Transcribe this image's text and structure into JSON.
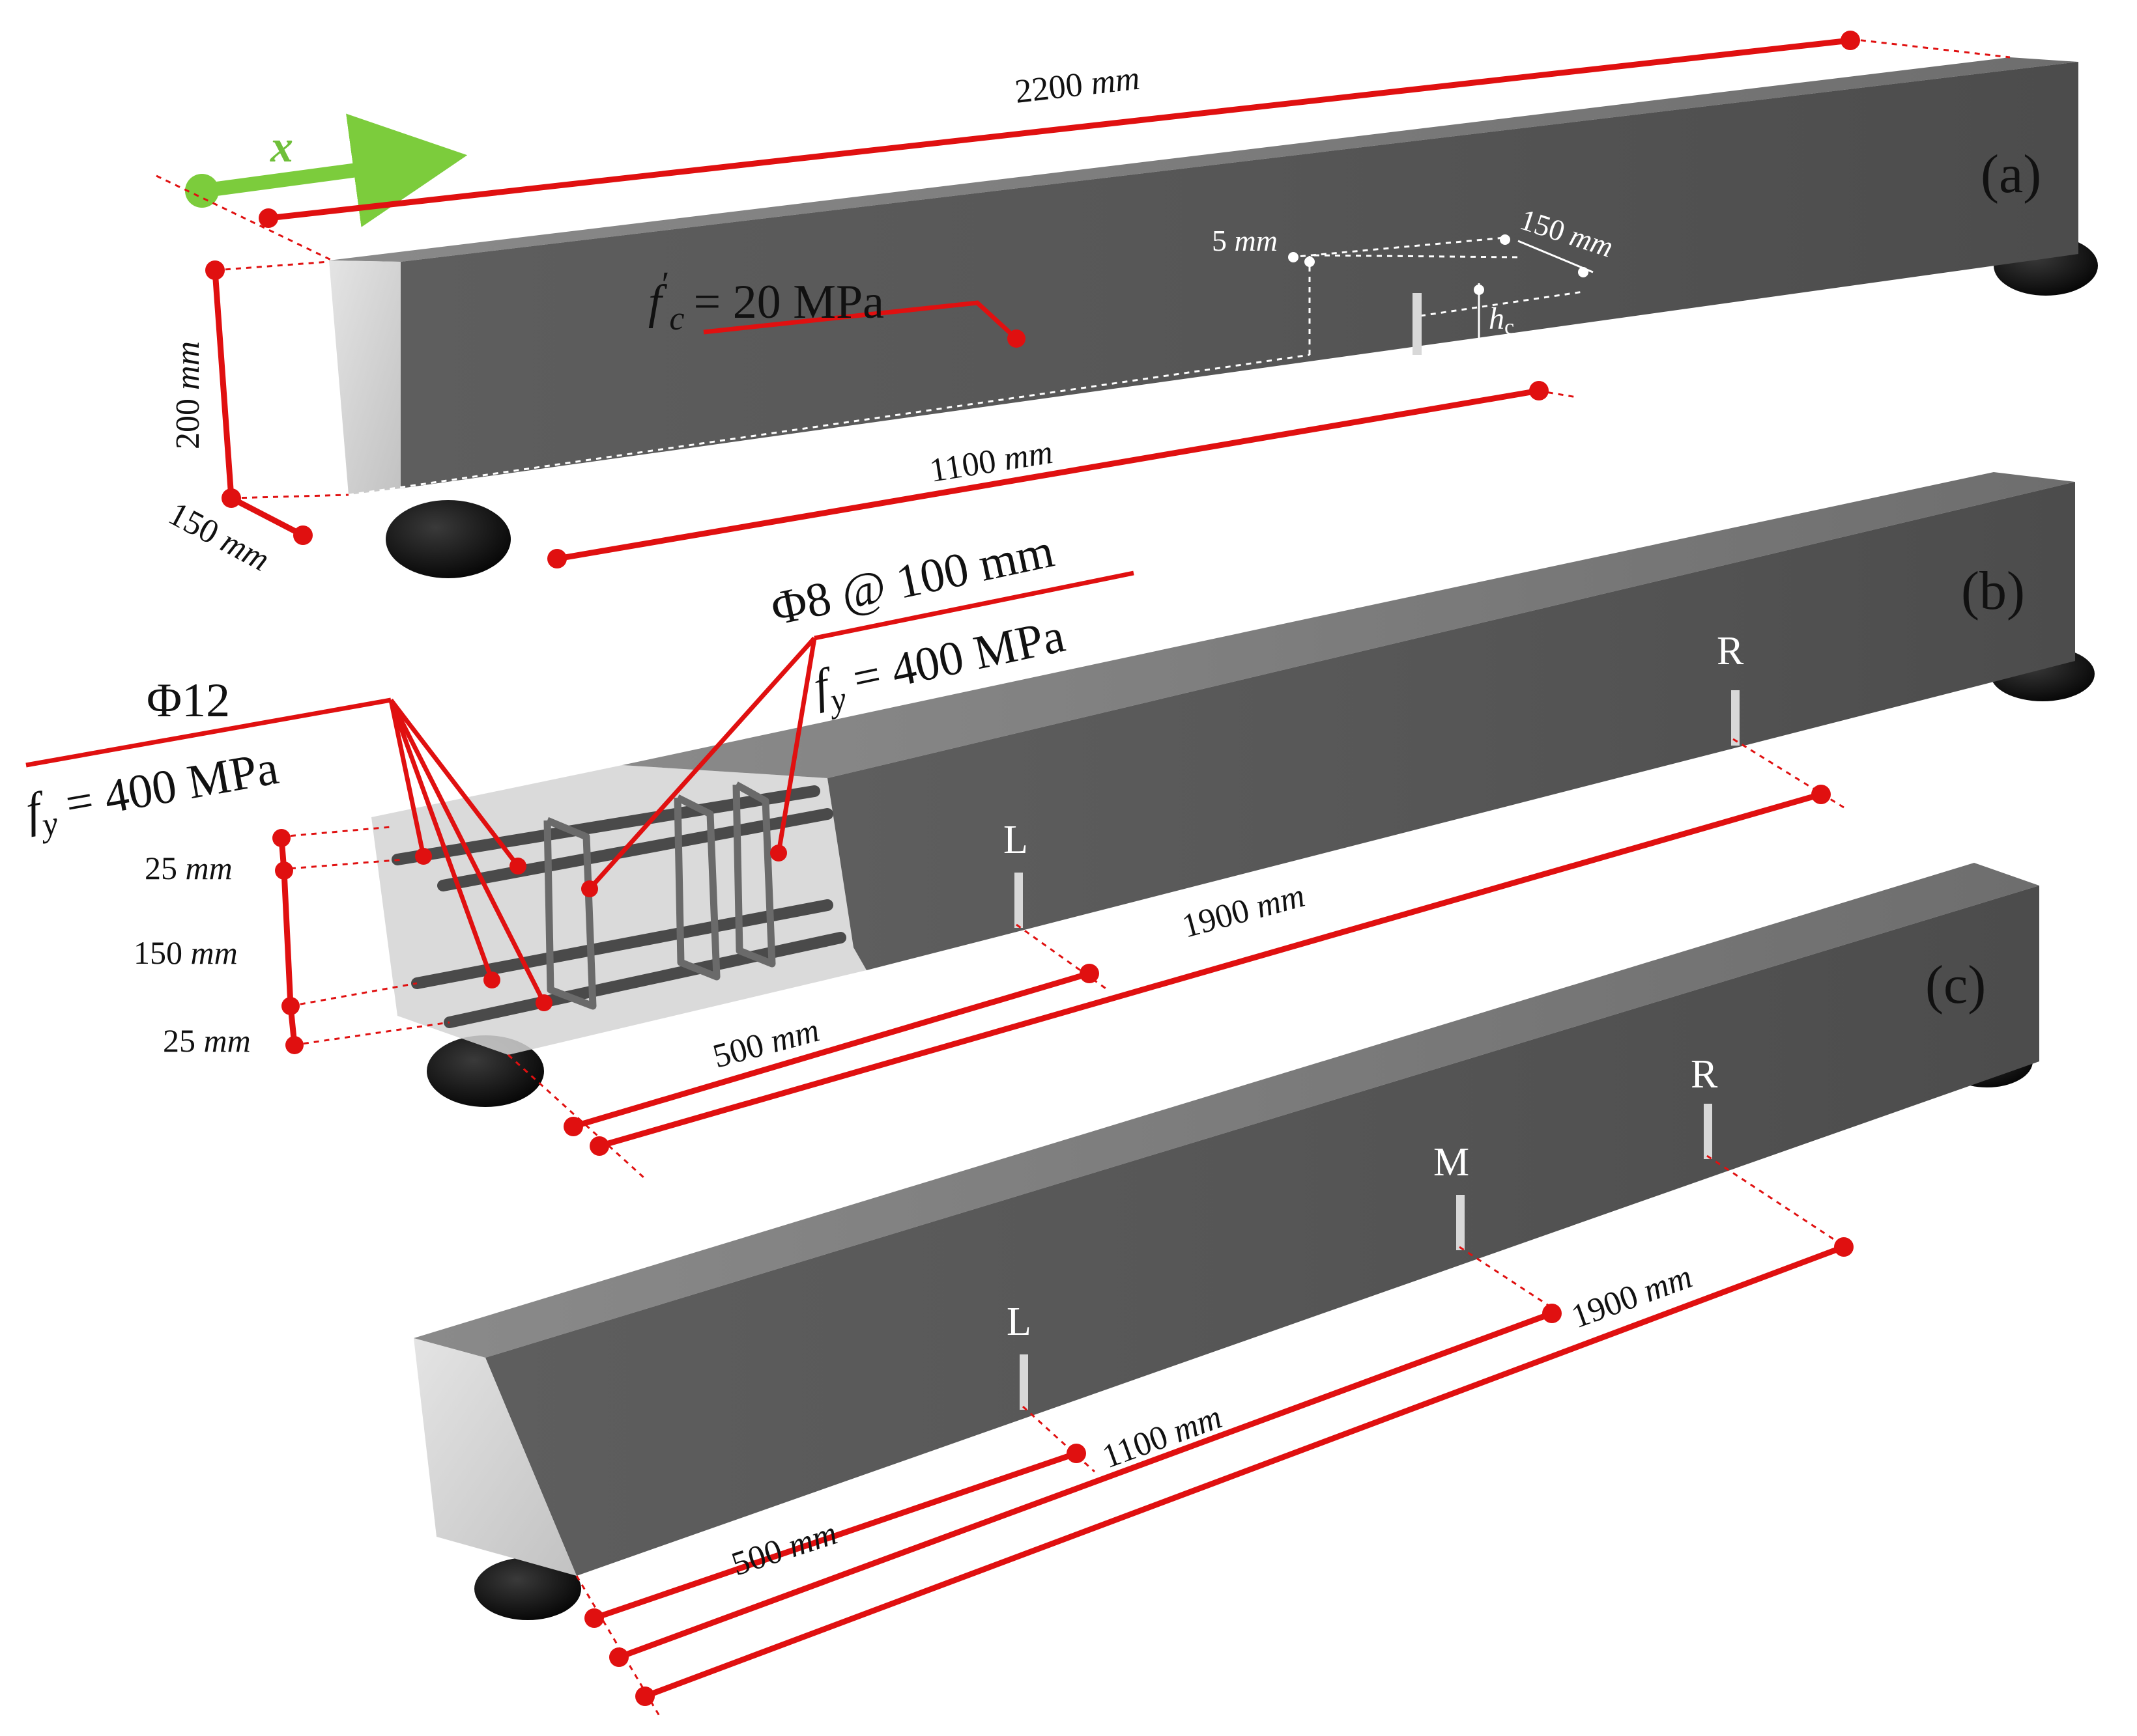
{
  "panel_a": {
    "label": "(a)",
    "axis_label": "x",
    "length": {
      "value": "2200",
      "unit": "mm"
    },
    "height": {
      "value": "200",
      "unit": "mm"
    },
    "width": {
      "value": "150",
      "unit": "mm"
    },
    "notch_position": {
      "value": "1100",
      "unit": "mm"
    },
    "notch_width": {
      "value": "5",
      "unit": "mm"
    },
    "notch_depth_label": {
      "symbol": "h",
      "subscript": "c"
    },
    "section_width": {
      "value": "150",
      "unit": "mm"
    },
    "concrete_strength": {
      "symbol": "f",
      "prime": "′",
      "subscript": "c",
      "value": "= 20 MPa"
    }
  },
  "panel_b": {
    "label": "(b)",
    "longitudinal_bars": {
      "name": "Φ12",
      "symbol": "f",
      "subscript": "y",
      "value": "= 400 MPa"
    },
    "stirrups": {
      "name": "Φ8 @ 100 mm",
      "symbol": "f",
      "subscript": "y",
      "value": "= 400 MPa"
    },
    "cover_top": {
      "value": "25",
      "unit": "mm"
    },
    "bar_spacing": {
      "value": "150",
      "unit": "mm"
    },
    "cover_bottom": {
      "value": "25",
      "unit": "mm"
    },
    "crack_L": {
      "label": "L",
      "dist": {
        "value": "500",
        "unit": "mm"
      }
    },
    "crack_R": {
      "label": "R",
      "dist": {
        "value": "1900",
        "unit": "mm"
      }
    }
  },
  "panel_c": {
    "label": "(c)",
    "crack_L": {
      "label": "L",
      "dist": {
        "value": "500",
        "unit": "mm"
      }
    },
    "crack_M": {
      "label": "M",
      "dist": {
        "value": "1100",
        "unit": "mm"
      }
    },
    "crack_R": {
      "label": "R",
      "dist": {
        "value": "1900",
        "unit": "mm"
      }
    }
  },
  "colors": {
    "dimension": "#e01010",
    "axis": "#6fbf3a",
    "concrete_front": "#5c5c5c",
    "concrete_top": "#7a7a7a",
    "concrete_end": "#cfcfcf",
    "support": "#111111"
  }
}
